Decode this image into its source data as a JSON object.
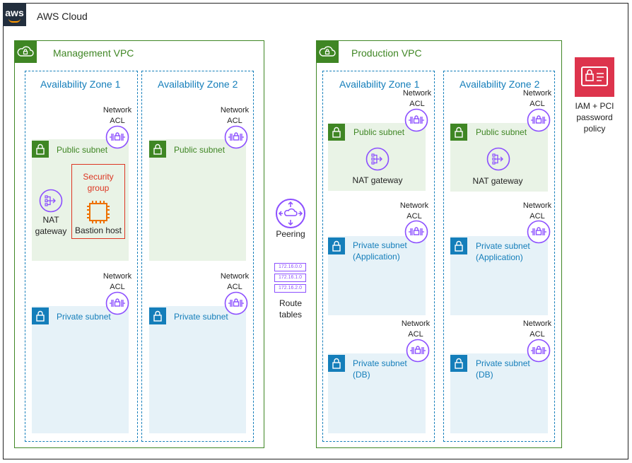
{
  "cloud": {
    "title": "AWS Cloud",
    "logo": "aws"
  },
  "management_vpc": {
    "title": "Management VPC",
    "az1": {
      "title": "Availability Zone 1",
      "public_subnet": {
        "label": "Public subnet",
        "acl": "Network ACL"
      },
      "nat": "NAT gateway",
      "security_group": {
        "title": "Security group",
        "instance": "Bastion host"
      },
      "private_subnet": {
        "label": "Private subnet",
        "acl": "Network ACL"
      }
    },
    "az2": {
      "title": "Availability Zone 2",
      "public_subnet": {
        "label": "Public subnet",
        "acl": "Network ACL"
      },
      "private_subnet": {
        "label": "Private subnet",
        "acl": "Network ACL"
      }
    }
  },
  "middle": {
    "peering": "Peering",
    "route_tables": {
      "label": "Route tables",
      "entries": [
        "172.16.0.0",
        "172.16.1.0",
        "172.16.2.0"
      ]
    }
  },
  "production_vpc": {
    "title": "Production VPC",
    "az1": {
      "title": "Availability Zone 1",
      "public_subnet": {
        "label": "Public subnet",
        "acl": "Network ACL"
      },
      "nat": "NAT gateway",
      "app_subnet": {
        "label": "Private subnet (Application)",
        "acl": "Network ACL"
      },
      "db_subnet": {
        "label": "Private subnet (DB)",
        "acl": "Network ACL"
      }
    },
    "az2": {
      "title": "Availability Zone 2",
      "public_subnet": {
        "label": "Public subnet",
        "acl": "Network ACL"
      },
      "nat": "NAT gateway",
      "app_subnet": {
        "label": "Private subnet (Application)",
        "acl": "Network ACL"
      },
      "db_subnet": {
        "label": "Private subnet (DB)",
        "acl": "Network ACL"
      }
    }
  },
  "iam": {
    "label": "IAM + PCI password policy"
  },
  "colors": {
    "vpc": "#3f8624",
    "az": "#147eba",
    "public": "#e9f3e6",
    "private": "#e6f2f8",
    "security_group": "#dd3522",
    "iam": "#dd344c",
    "network_icon": "#8c4fff"
  },
  "icons": [
    "vpc-cloud-icon",
    "lock-icon",
    "network-acl-icon",
    "nat-gateway-icon",
    "chip-icon",
    "peering-icon",
    "route-table-icon",
    "iam-badge-icon"
  ]
}
